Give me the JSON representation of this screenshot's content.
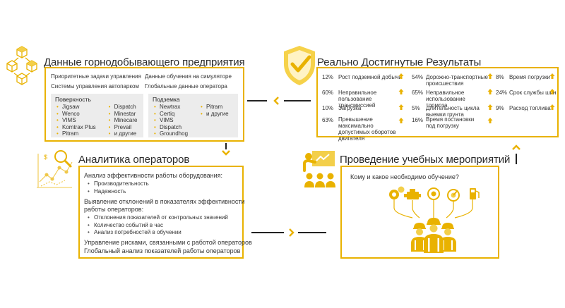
{
  "colors": {
    "accent": "#e9b200",
    "text": "#333333",
    "panel": "#ececec"
  },
  "mine": {
    "title": "Данные горнодобывающего предприятия",
    "rows": [
      [
        "Приоритетные задачи управления",
        "Данные обучения на симуляторе"
      ],
      [
        "Системы управления автопарком",
        "Глобальные данные оператора"
      ]
    ],
    "surface": {
      "heading": "Поверхность",
      "col1": [
        "Jigsaw",
        "Wenco",
        "VIMS",
        "Komtrax Plus",
        "Pitram"
      ],
      "col2": [
        "Dispatch",
        "Minestar",
        "Minecare",
        "Prevail",
        "и другие"
      ]
    },
    "underground": {
      "heading": "Подземка",
      "col1": [
        "Newtrax",
        "Certiq",
        "VIMS",
        "Dispatch",
        "Groundhog"
      ],
      "col2": [
        "Pitram",
        "и другие"
      ]
    }
  },
  "results": {
    "title": "Реально Достигнутые Результаты",
    "metrics": [
      {
        "pct": "12%",
        "label": "Рост подземной добычи"
      },
      {
        "pct": "54%",
        "label": "Дорожно-транспортные происшествия"
      },
      {
        "pct": "8%",
        "label": "Время погрузки"
      },
      {
        "pct": "60%",
        "label": "Неправильное пользование трансмиссией"
      },
      {
        "pct": "65%",
        "label": "Неправильное использование тормоза"
      },
      {
        "pct": "24%",
        "label": "Срок службы шин"
      },
      {
        "pct": "10%",
        "label": "Загрузка"
      },
      {
        "pct": "5%",
        "label": "Длительность цикла выемки грунта"
      },
      {
        "pct": "9%",
        "label": "Расход топлива"
      },
      {
        "pct": "63%",
        "label": "Превышение максимально допустимых оборотов двигателя"
      },
      {
        "pct": "16%",
        "label": "Время постановки под погрузку"
      }
    ]
  },
  "analytics": {
    "title": "Аналитика операторов",
    "p1": "Анализ эффективности работы оборудования:",
    "list1": [
      "Производительность",
      "Надежность"
    ],
    "p2a": "Выявление отклонений в показателях эффективности",
    "p2b": "работы операторов:",
    "list2": [
      "Отклонения показателей от контрольных значений",
      "Количество событий в час",
      "Анализ потребностей в обучении"
    ],
    "p3": "Управление рисками, связанными с работой операторов",
    "p4": "Глобальный анализ показателей работы операторов"
  },
  "training": {
    "title": "Проведение учебных мероприятий",
    "question": "Кому и какое необходимо обучение?"
  }
}
